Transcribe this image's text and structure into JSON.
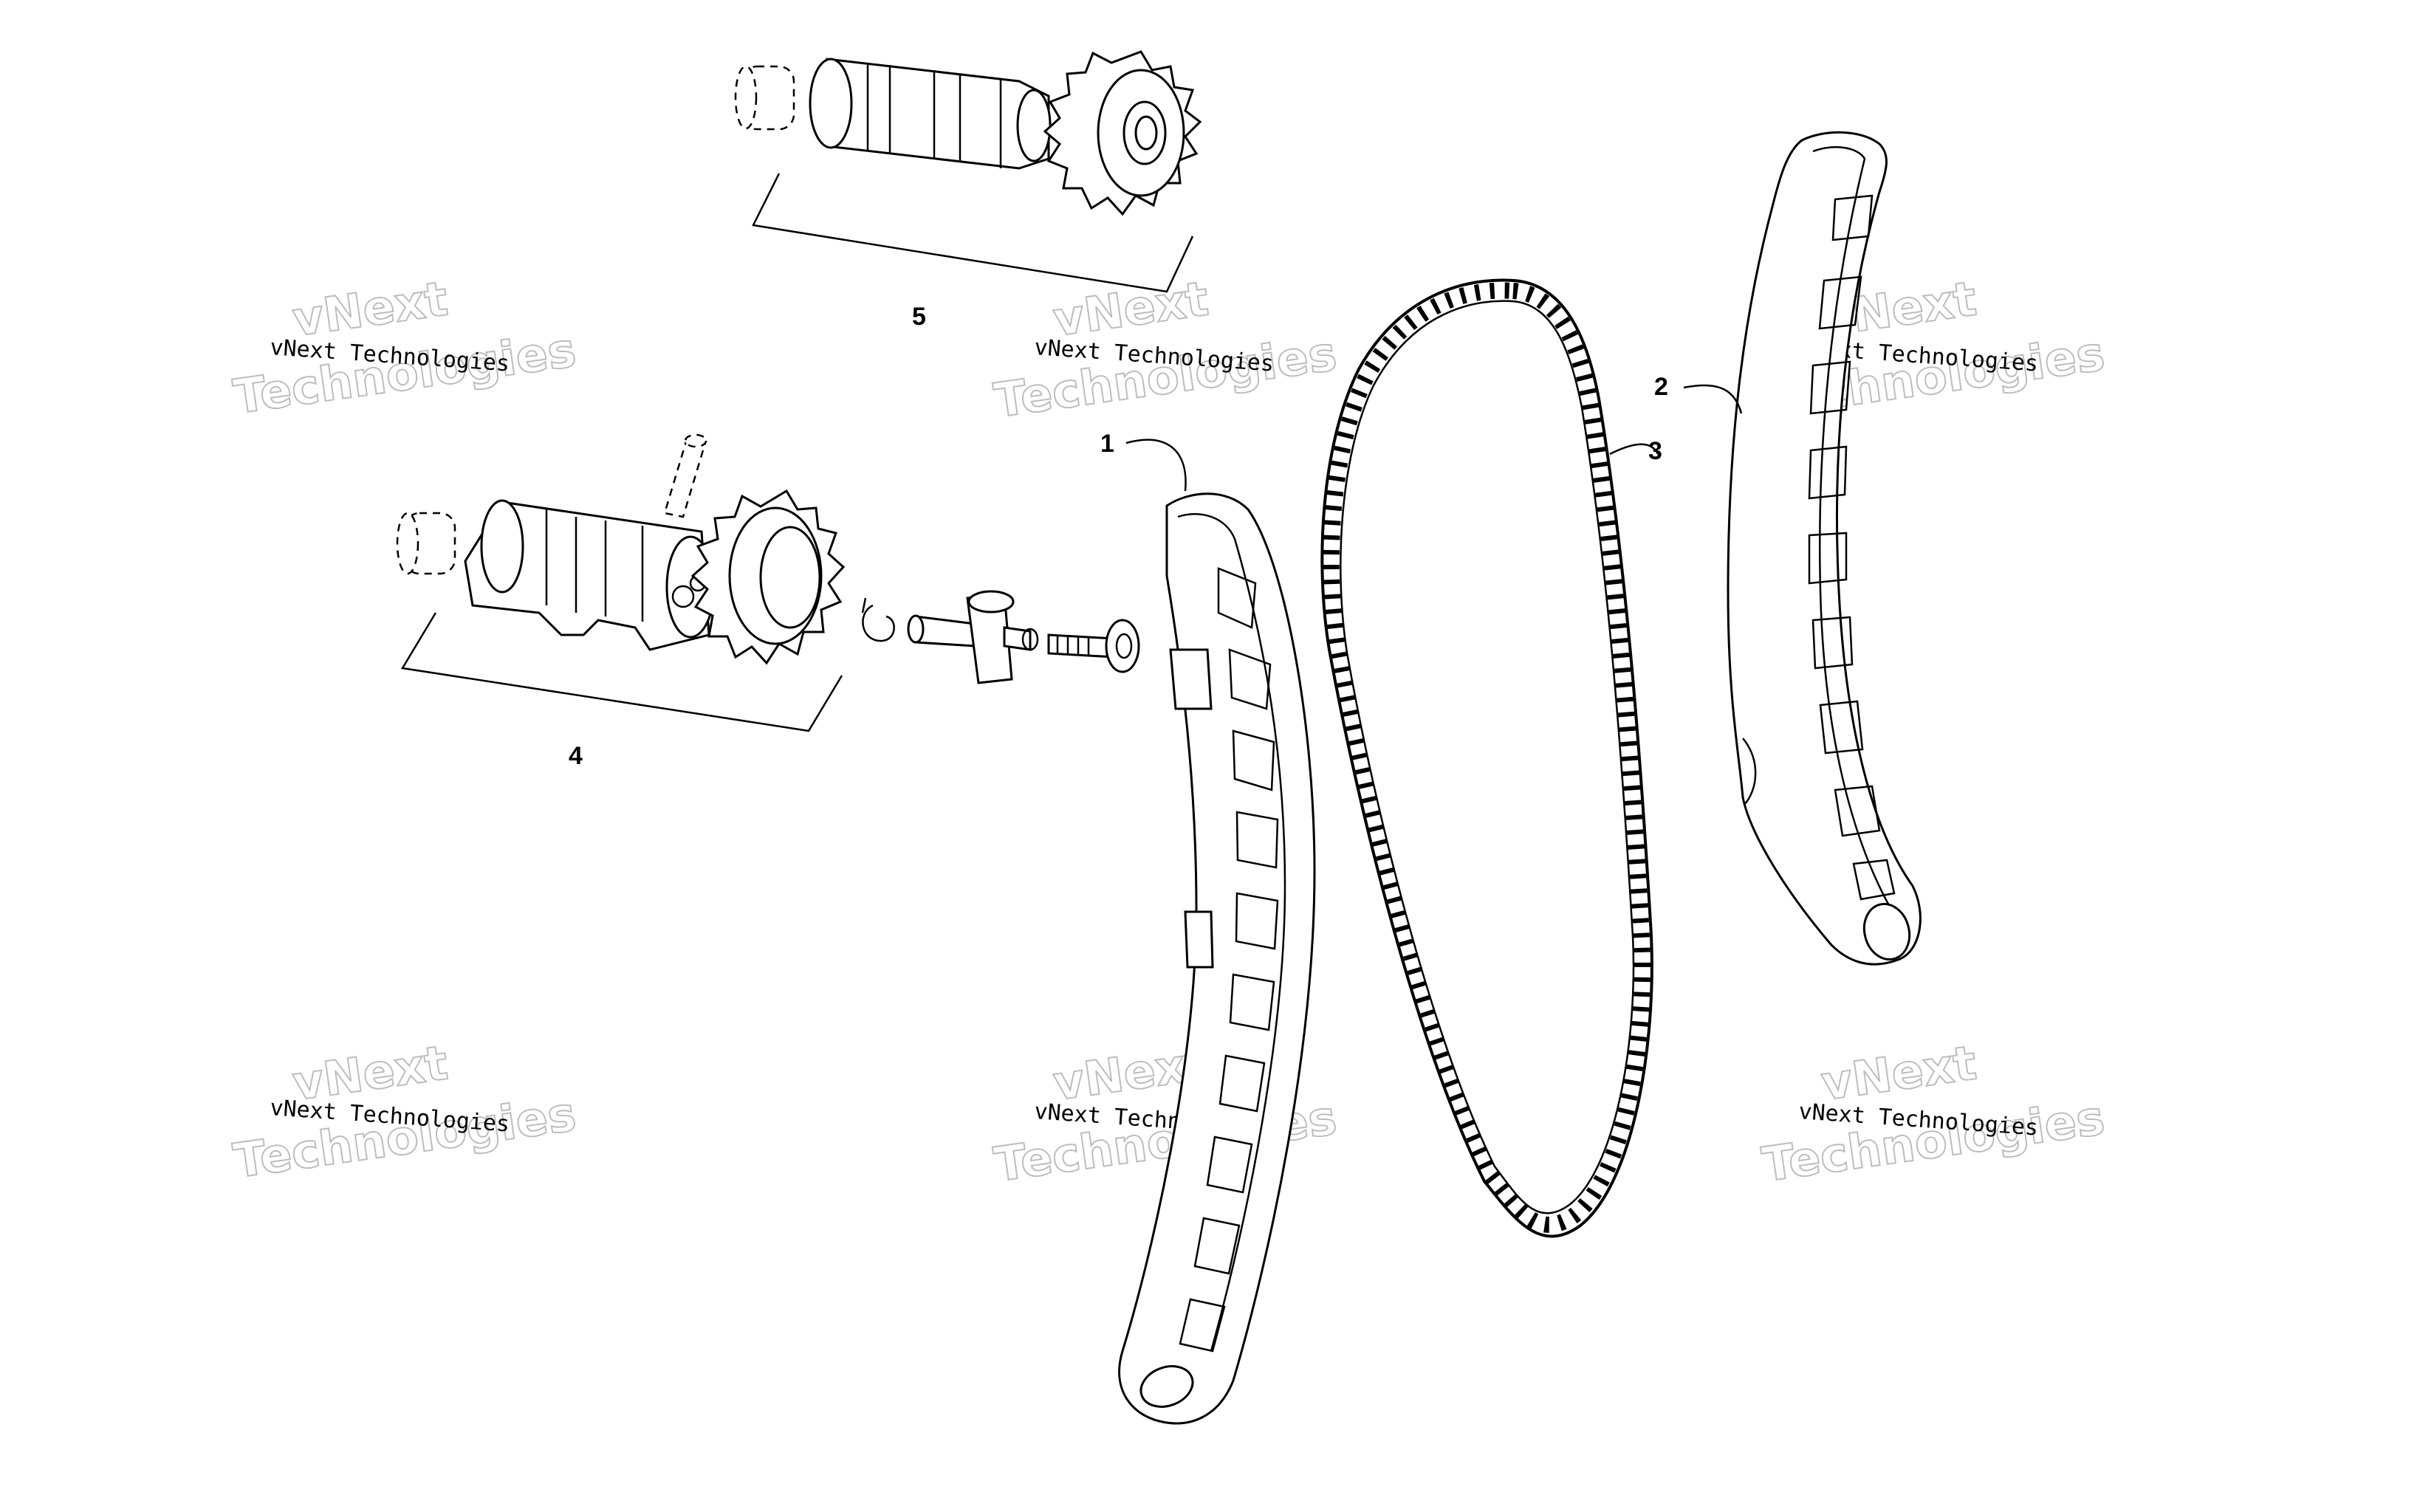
{
  "callouts": [
    {
      "id": "1",
      "label": "1"
    },
    {
      "id": "2",
      "label": "2"
    },
    {
      "id": "3",
      "label": "3"
    },
    {
      "id": "4",
      "label": "4"
    },
    {
      "id": "5",
      "label": "5"
    }
  ],
  "watermark": {
    "line": "vNext Technologies",
    "big_top": "vNext",
    "big_bottom": "Technologies"
  },
  "colors": {
    "stroke": "#000000",
    "background": "#ffffff",
    "watermark_outline": "#bdbdbd"
  }
}
